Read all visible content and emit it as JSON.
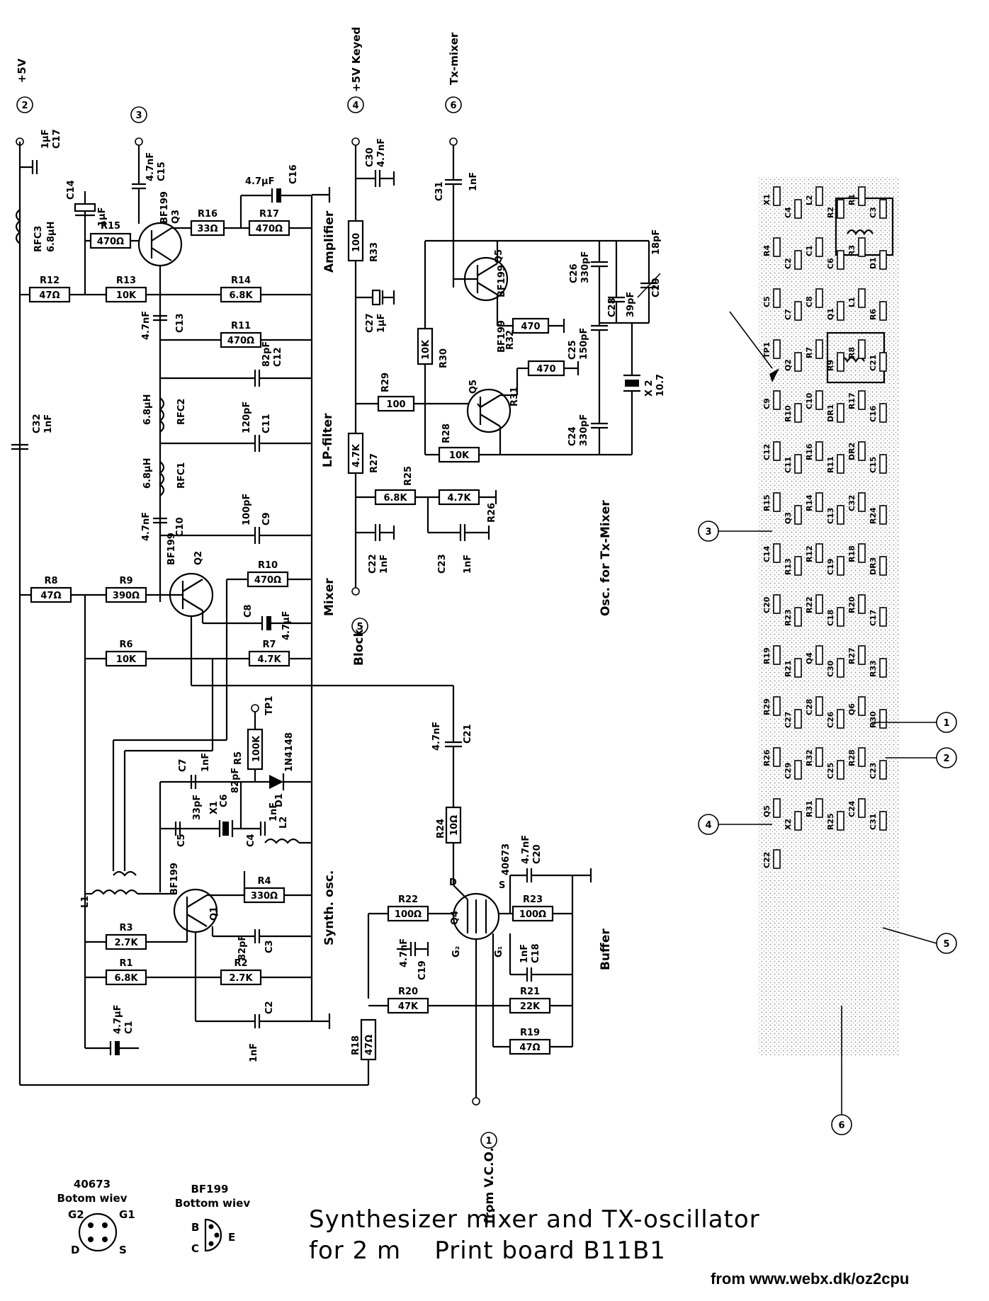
{
  "caption": {
    "line1": "Synthesizer mixer and TX-oscillator",
    "line2": "for 2 m    Print board B11B1"
  },
  "source": "from www.webx.dk/oz2cpu",
  "sections": {
    "amplifier": "Amplifier",
    "lp_filter": "LP-filter",
    "mixer": "Mixer",
    "synth_osc": "Synth. osc.",
    "buffer": "Buffer",
    "osc_tx_mixer": "Osc. for Tx-Mixer"
  },
  "terminals": {
    "t2": {
      "num": "2",
      "label": "+5V"
    },
    "t3": {
      "num": "3",
      "label": ""
    },
    "t4": {
      "num": "4",
      "label": "+5V Keyed"
    },
    "t6": {
      "num": "6",
      "label": "Tx-mixer"
    },
    "t5": {
      "num": "5",
      "label": "Block."
    },
    "t1": {
      "num": "1",
      "label": "from V.C.O."
    }
  },
  "transistors": {
    "q1": {
      "ref": "Q1",
      "type": "BF199"
    },
    "q2": {
      "ref": "Q2",
      "type": "BF199"
    },
    "q3": {
      "ref": "Q3",
      "type": "BF199"
    },
    "q4": {
      "ref": "Q4",
      "type": "40673"
    },
    "q5a": {
      "ref": "Q5",
      "type": "BF199"
    },
    "q5b": {
      "ref": "Q5",
      "type": "BF199"
    }
  },
  "resistors": [
    {
      "ref": "R12",
      "val": "47Ω"
    },
    {
      "ref": "R13",
      "val": "10K"
    },
    {
      "ref": "R14",
      "val": "6.8K"
    },
    {
      "ref": "R15",
      "val": "470Ω"
    },
    {
      "ref": "R16",
      "val": "33Ω"
    },
    {
      "ref": "R17",
      "val": "470Ω"
    },
    {
      "ref": "R11",
      "val": "470Ω"
    },
    {
      "ref": "R8",
      "val": "47Ω"
    },
    {
      "ref": "R9",
      "val": "390Ω"
    },
    {
      "ref": "R10",
      "val": "470Ω"
    },
    {
      "ref": "R6",
      "val": "10K"
    },
    {
      "ref": "R7",
      "val": "4.7K"
    },
    {
      "ref": "R5",
      "val": "100K"
    },
    {
      "ref": "R4",
      "val": "330Ω"
    },
    {
      "ref": "R3",
      "val": "2.7K"
    },
    {
      "ref": "R1",
      "val": "6.8K"
    },
    {
      "ref": "R2",
      "val": "2.7K"
    },
    {
      "ref": "R18",
      "val": "47Ω"
    },
    {
      "ref": "R33",
      "val": "100"
    },
    {
      "ref": "R29",
      "val": "100"
    },
    {
      "ref": "R27",
      "val": "4.7K"
    },
    {
      "ref": "R25",
      "val": "6.8K"
    },
    {
      "ref": "R26",
      "val": "4.7K"
    },
    {
      "ref": "R30",
      "val": "10K"
    },
    {
      "ref": "R28",
      "val": "10K"
    },
    {
      "ref": "R32",
      "val": "470"
    },
    {
      "ref": "R31",
      "val": "470"
    },
    {
      "ref": "R24",
      "val": "10Ω"
    },
    {
      "ref": "R22",
      "val": "100Ω"
    },
    {
      "ref": "R23",
      "val": "100Ω"
    },
    {
      "ref": "R20",
      "val": "47K"
    },
    {
      "ref": "R21",
      "val": "22K"
    },
    {
      "ref": "R19",
      "val": "47Ω"
    }
  ],
  "capacitors": {
    "c17": {
      "ref": "C17",
      "val": "1µF"
    },
    "c14": {
      "ref": "C14",
      "val": "1µF"
    },
    "c15": {
      "ref": "C15",
      "val": "4.7nF"
    },
    "c16": {
      "ref": "C16",
      "val": "4.7µF"
    },
    "c13": {
      "ref": "C13",
      "val": "4.7nF"
    },
    "c12": {
      "ref": "C12",
      "val": "82pF"
    },
    "c11": {
      "ref": "C11",
      "val": "120pF"
    },
    "c10": {
      "ref": "C10",
      "val": "4.7nF"
    },
    "c9": {
      "ref": "C9",
      "val": "100pF"
    },
    "c8": {
      "ref": "C8",
      "val": "4.7µF"
    },
    "c32": {
      "ref": "C32",
      "val": "1nF"
    },
    "c7": {
      "ref": "C7",
      "val": "1nF"
    },
    "c6": {
      "ref": "C6",
      "val": "82pF"
    },
    "c5": {
      "ref": "C5",
      "val": "33pF"
    },
    "c4": {
      "ref": "C4",
      "val": "1nF"
    },
    "c3": {
      "ref": "C3",
      "val": "82pF"
    },
    "c2": {
      "ref": "C2",
      "val": "1nF"
    },
    "c1": {
      "ref": "C1",
      "val": "4.7µF"
    },
    "c30": {
      "ref": "C30",
      "val": "4.7nF"
    },
    "c27": {
      "ref": "C27",
      "val": "1µF"
    },
    "c22": {
      "ref": "C22",
      "val": "1nF"
    },
    "c23": {
      "ref": "C23",
      "val": "1nF"
    },
    "c31": {
      "ref": "C31",
      "val": "1nF"
    },
    "c26": {
      "ref": "C26",
      "val": "330pF"
    },
    "c25": {
      "ref": "C25",
      "val": "150pF"
    },
    "c24": {
      "ref": "C24",
      "val": "330pF"
    },
    "c28": {
      "ref": "C28",
      "val": "39pF"
    },
    "c29": {
      "ref": "C29",
      "val": "18pF"
    },
    "c21": {
      "ref": "C21",
      "val": "4.7nF"
    },
    "c20": {
      "ref": "C20",
      "val": "4.7nF"
    },
    "c19": {
      "ref": "C19",
      "val": "4.7nF"
    },
    "c18": {
      "ref": "C18",
      "val": "1nF"
    }
  },
  "inductors": {
    "rfc3": {
      "ref": "RFC3",
      "val": "6.8µH"
    },
    "rfc2": {
      "ref": "RFC2",
      "val": "6.8µH"
    },
    "rfc1": {
      "ref": "RFC1",
      "val": "6.8µH"
    },
    "l1": {
      "ref": "L1"
    },
    "l2": {
      "ref": "L2"
    }
  },
  "misc": {
    "d1": {
      "ref": "D1",
      "type": "1N4148"
    },
    "tp1": "TP1",
    "x1": "X1",
    "x2": "X 2",
    "x2_freq": "10.7"
  },
  "pinouts": {
    "p40673": {
      "title": "40673",
      "sub": "Botom wiev",
      "pins": [
        "G2",
        "G1",
        "D",
        "S"
      ]
    },
    "pbf199": {
      "title": "BF199",
      "sub": "Bottom wiev",
      "pins": [
        "B",
        "C",
        "E"
      ]
    }
  },
  "board": {
    "parts": [
      "X1",
      "C4",
      "L2",
      "R2",
      "R1",
      "C3",
      "R4",
      "C2",
      "C1",
      "C6",
      "R3",
      "D1",
      "C5",
      "C7",
      "C8",
      "Q1",
      "L1",
      "R6",
      "TP1",
      "Q2",
      "R7",
      "R9",
      "R8",
      "C21",
      "C9",
      "R10",
      "C10",
      "DR1",
      "R17",
      "C16",
      "C12",
      "C11",
      "R16",
      "R11",
      "DR2",
      "C15",
      "R15",
      "Q3",
      "R14",
      "C13",
      "C32",
      "R24",
      "C14",
      "R13",
      "R12",
      "C19",
      "R18",
      "DR3",
      "C20",
      "R23",
      "R22",
      "C18",
      "R20",
      "C17",
      "R19",
      "R21",
      "Q4",
      "C30",
      "R27",
      "R33",
      "R29",
      "C27",
      "C28",
      "C26",
      "Q6",
      "R30",
      "R26",
      "C29",
      "R32",
      "C25",
      "R28",
      "C23",
      "Q5",
      "X2",
      "R31",
      "R25",
      "C24",
      "C31",
      "C22"
    ],
    "markers": [
      "3",
      "1",
      "2",
      "4",
      "5",
      "6"
    ]
  }
}
